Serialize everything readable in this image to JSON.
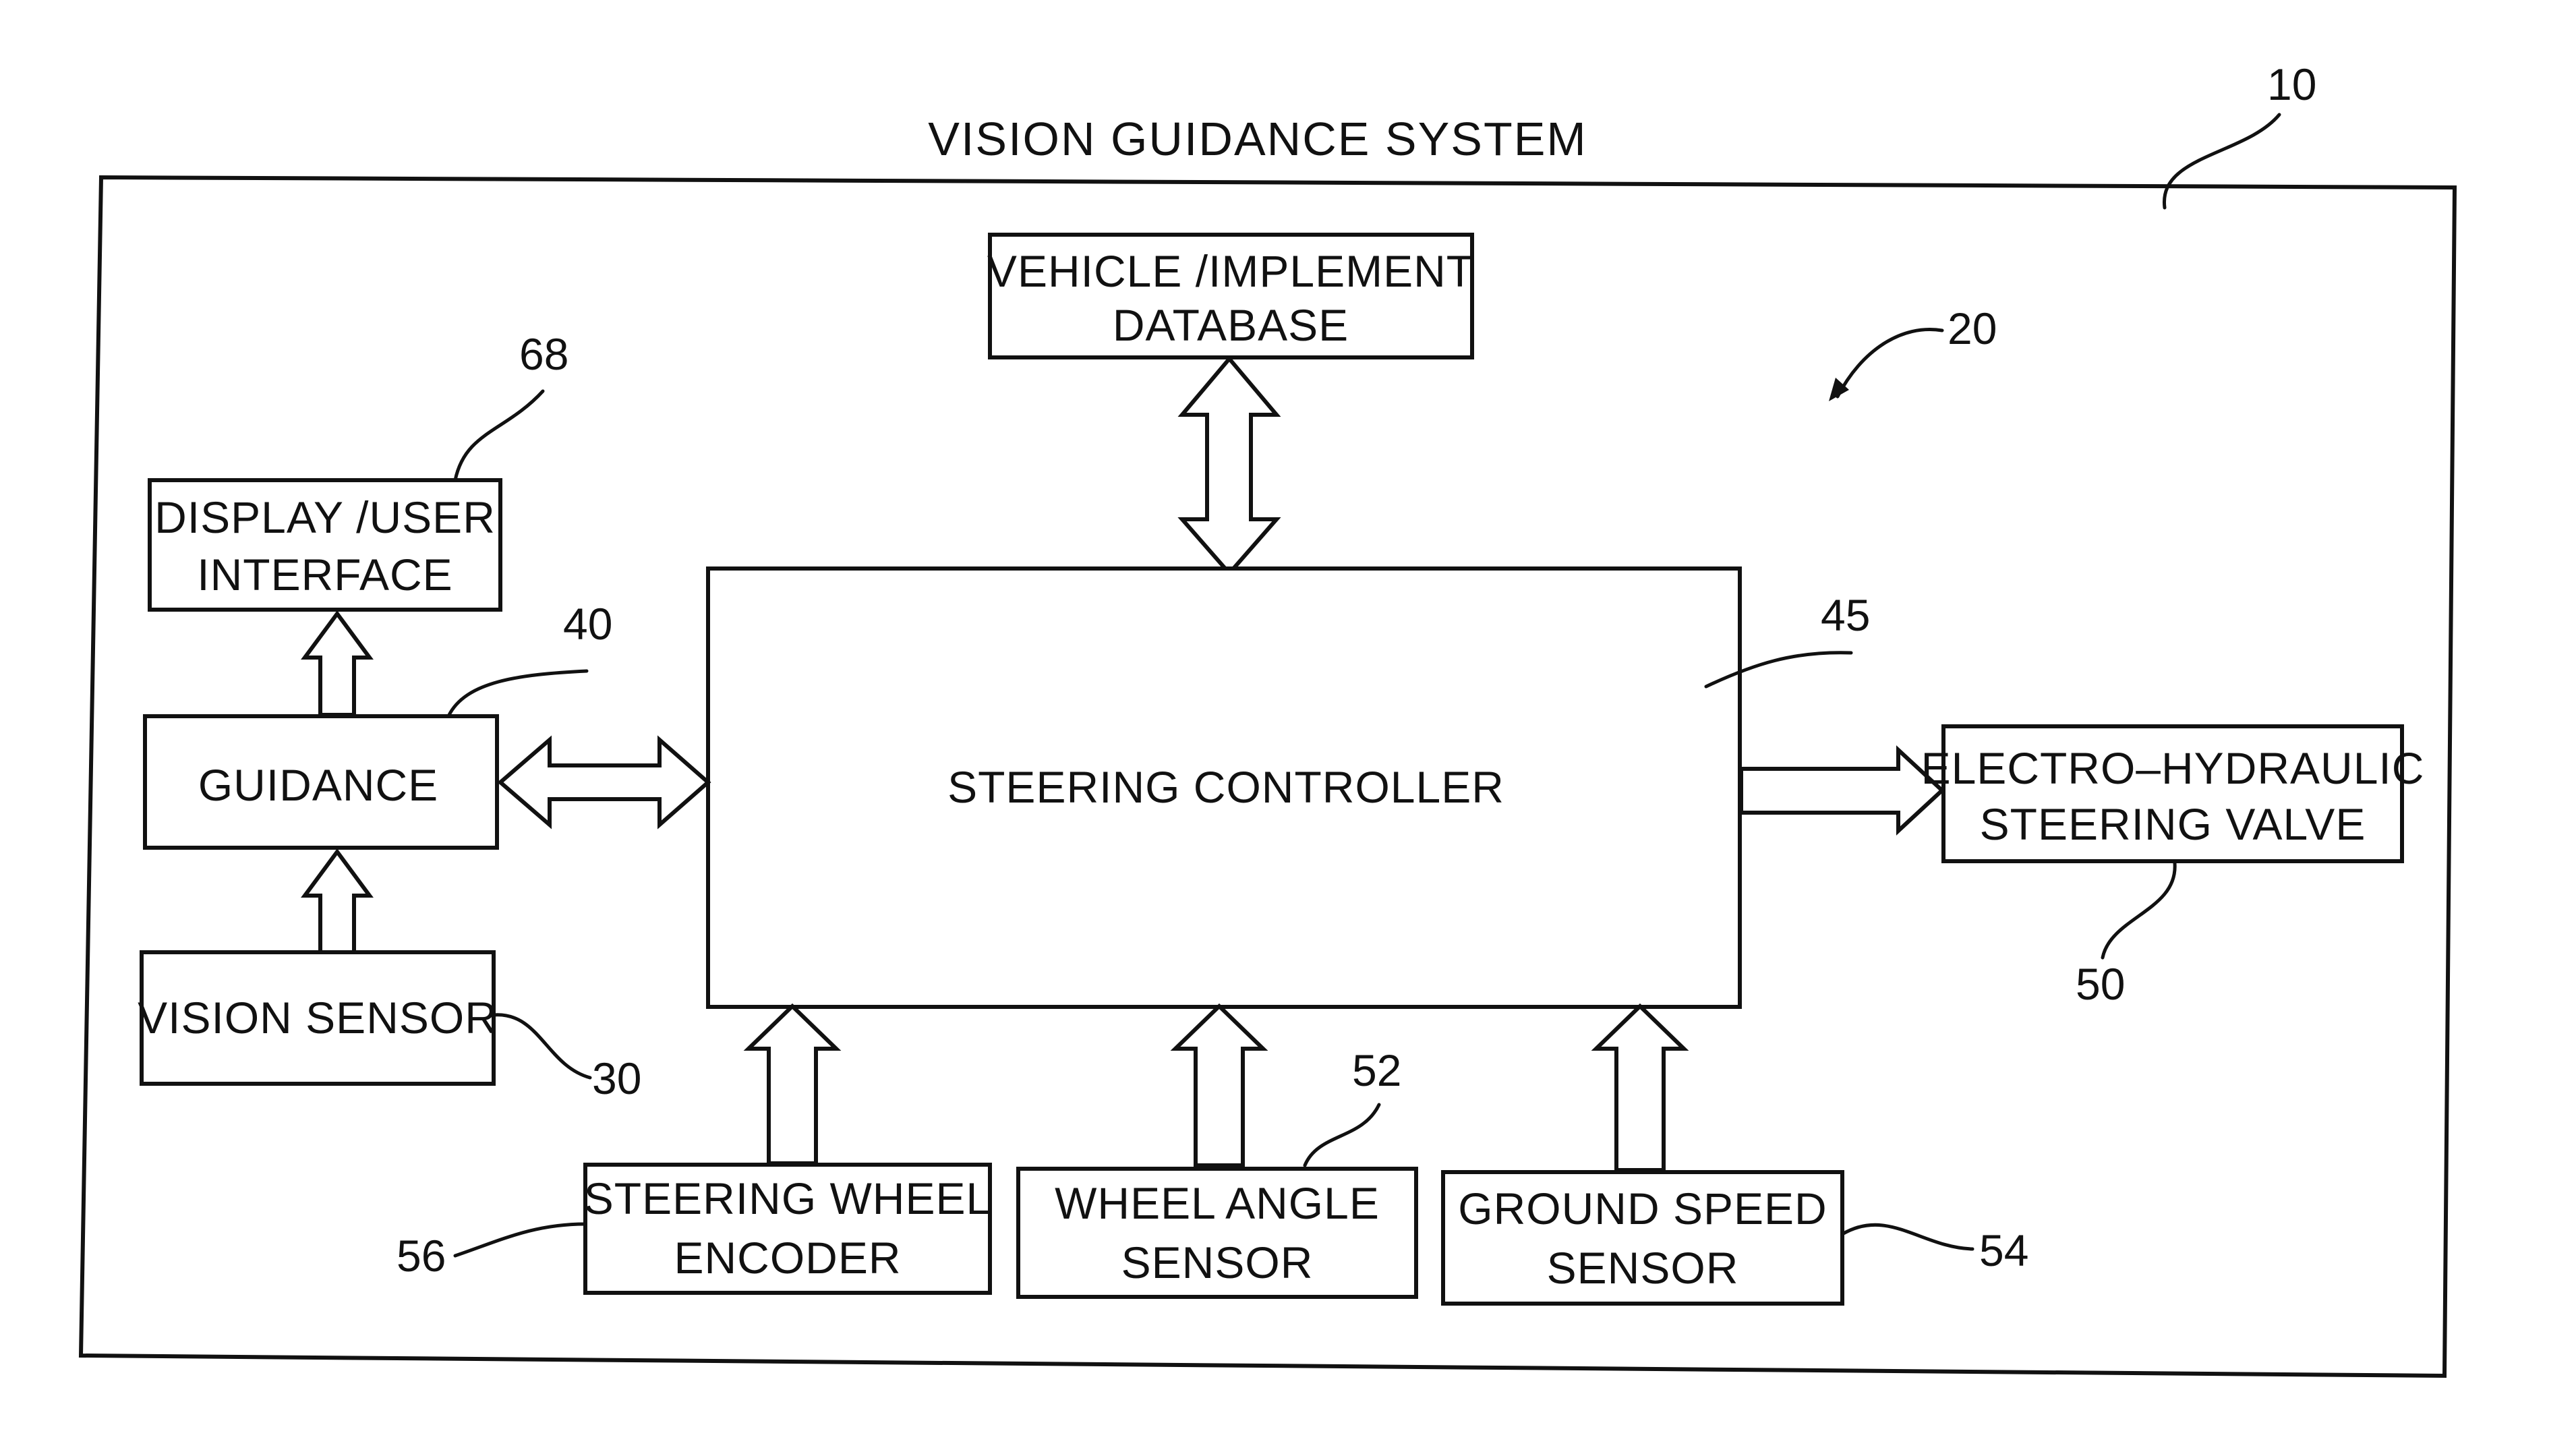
{
  "diagram": {
    "title": "VISION GUIDANCE SYSTEM",
    "refs": {
      "system": "10",
      "controller_group": "20",
      "vision_sensor": "30",
      "guidance": "40",
      "steering_controller": "45",
      "valve": "50",
      "wheel_angle": "52",
      "ground_speed": "54",
      "wheel_encoder": "56",
      "display": "68"
    },
    "blocks": {
      "database": {
        "line1": "VEHICLE /IMPLEMENT",
        "line2": "DATABASE"
      },
      "display": {
        "line1": "DISPLAY /USER",
        "line2": "INTERFACE"
      },
      "guidance": {
        "line1": "GUIDANCE"
      },
      "vision_sensor": {
        "line1": "VISION  SENSOR"
      },
      "steering_controller": {
        "line1": "STEERING  CONTROLLER"
      },
      "valve": {
        "line1": "ELECTRO–HYDRAULIC",
        "line2": "STEERING  VALVE"
      },
      "wheel_encoder": {
        "line1": "STEERING  WHEEL",
        "line2": "ENCODER"
      },
      "wheel_angle": {
        "line1": "WHEEL  ANGLE",
        "line2": "SENSOR"
      },
      "ground_speed": {
        "line1": "GROUND  SPEED",
        "line2": "SENSOR"
      }
    }
  }
}
